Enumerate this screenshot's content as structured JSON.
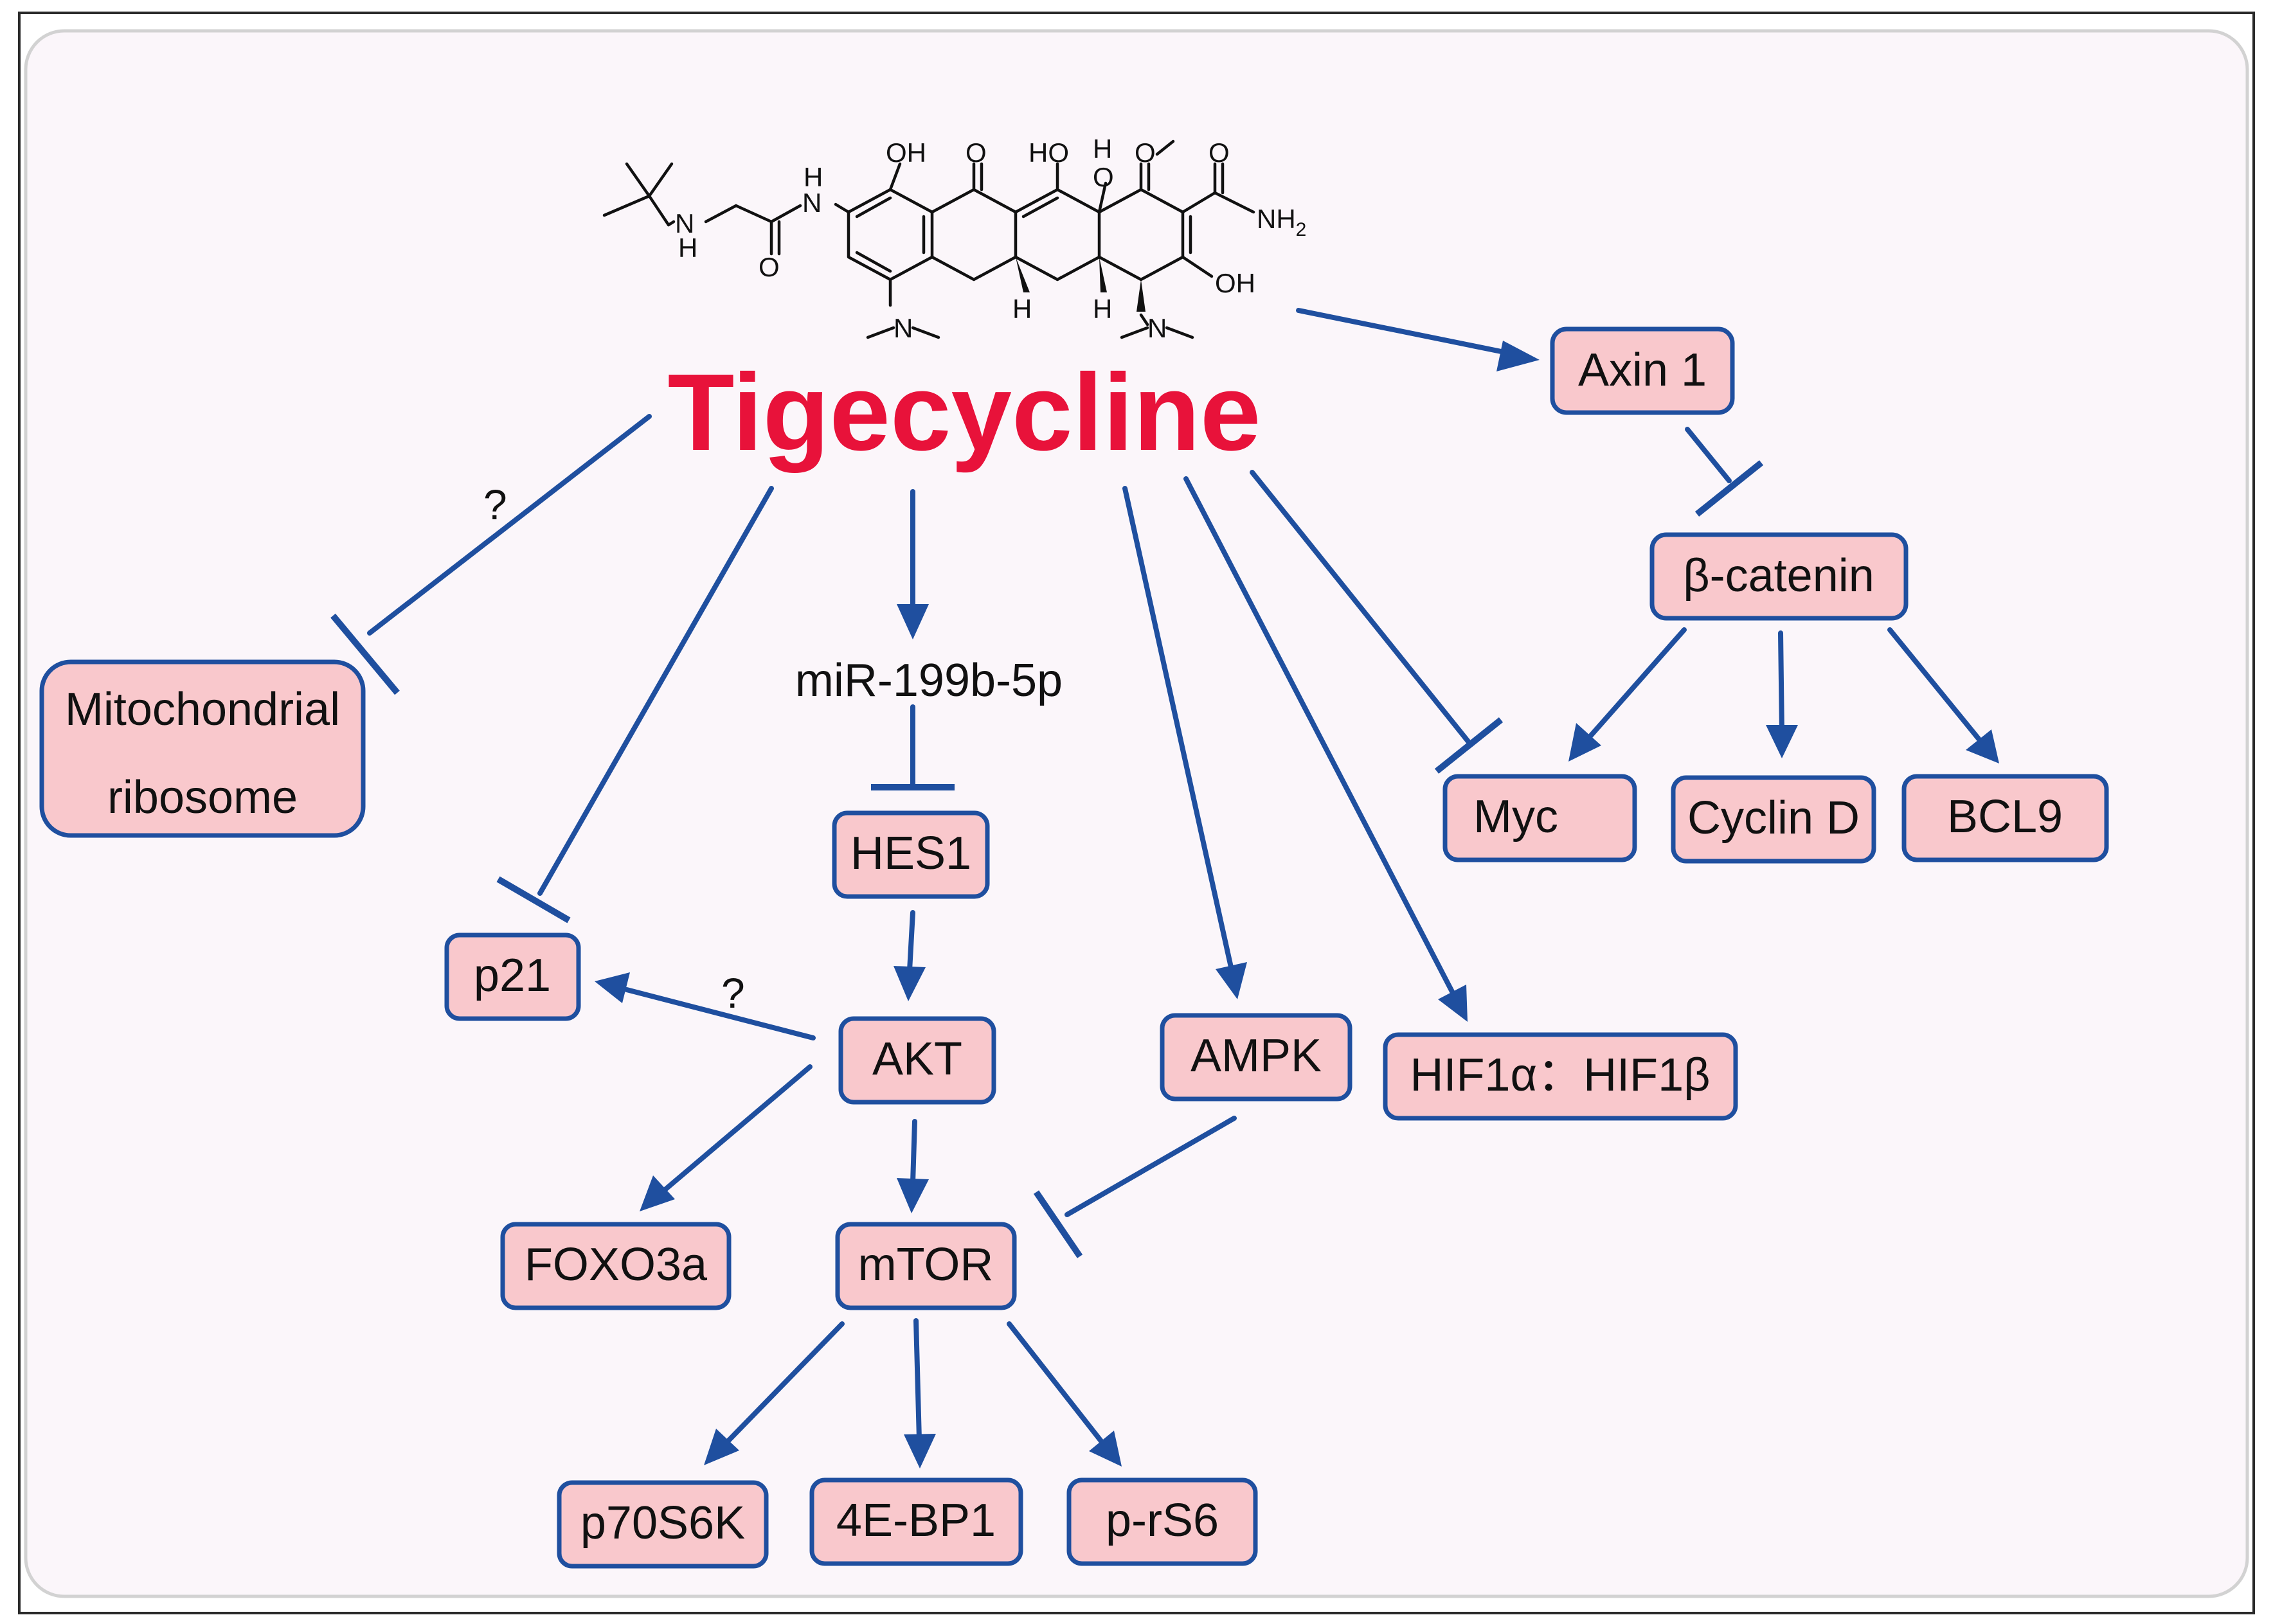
{
  "title": "Tigecycline",
  "colors": {
    "title": "#e8123a",
    "node_fill": "#f9c8cc",
    "edge": "#1f4f9f",
    "panel_bg": "#fbf6fa"
  },
  "structure": {
    "labels": {
      "oh1": "OH",
      "o1": "O",
      "ho": "HO",
      "h_top": "H",
      "o_ring": "O",
      "o_top": "O",
      "o_amide": "O",
      "nh2": "NH",
      "nh2_sub": "2",
      "oh_right": "OH",
      "h_amine": "H",
      "n_amine": "N",
      "nh_top": "N",
      "h_nh": "H",
      "o_left": "O",
      "h_bottom1": "H",
      "h_bottom2": "H",
      "n_dimethyl1": "N",
      "n_dimethyl2": "N"
    }
  },
  "mirna": "miR-199b-5p",
  "question_mark": "?",
  "nodes": {
    "axin1": "Axin 1",
    "beta_catenin": "β-catenin",
    "mito_line1": "Mitochondrial",
    "mito_line2": "ribosome",
    "hes1": "HES1",
    "p21": "p21",
    "akt": "AKT",
    "ampk": "AMPK",
    "hif": "HIF1α：HIF1β",
    "myc": "Myc",
    "cyclin_d": "Cyclin D",
    "bcl9": "BCL9",
    "foxo3a": "FOXO3a",
    "mtor": "mTOR",
    "p70s6k": "p70S6K",
    "4ebp1": "4E-BP1",
    "prs6": "p-rS6"
  }
}
